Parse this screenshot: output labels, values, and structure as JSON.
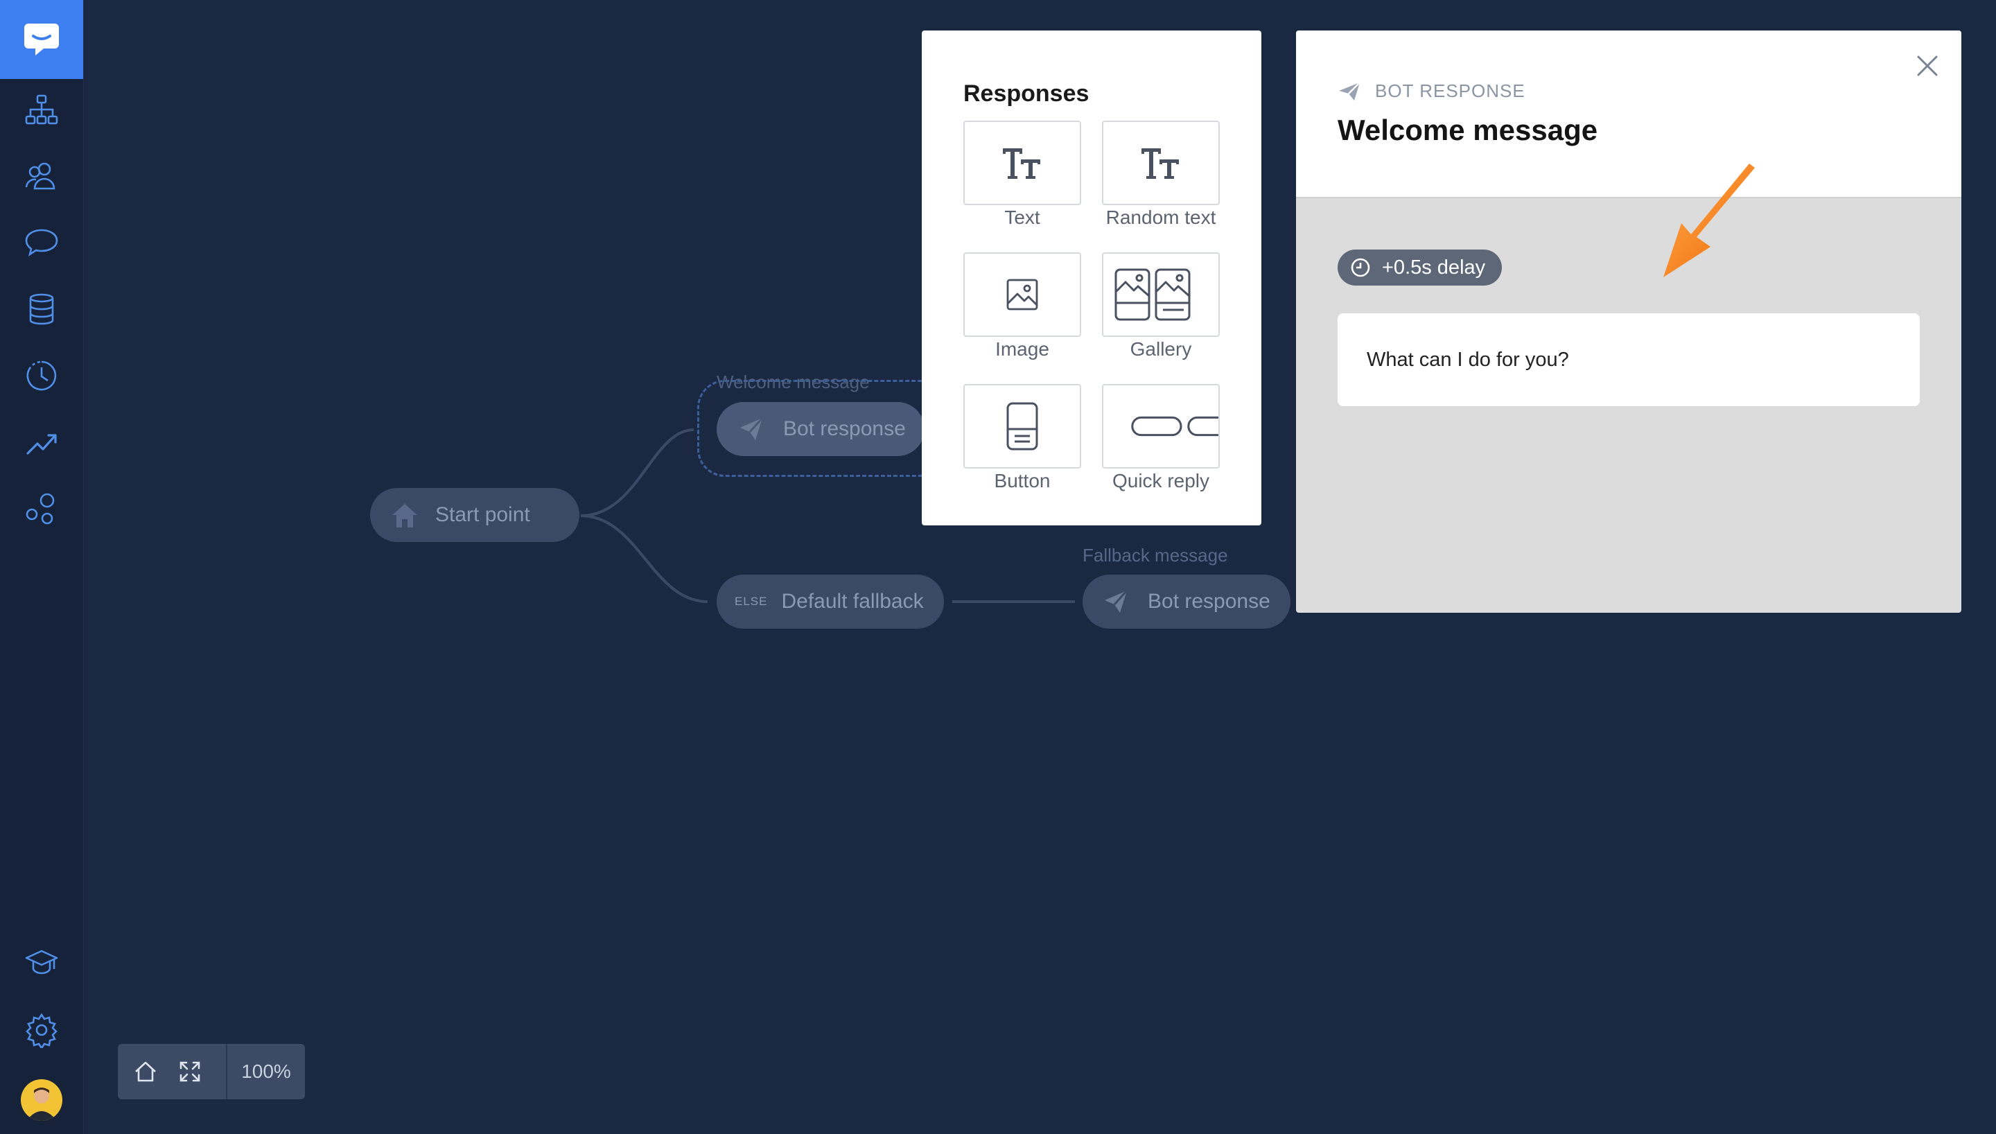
{
  "canvas": {
    "start_node": "Start point",
    "welcome_label": "Welcome message",
    "welcome_node": "Bot response",
    "fallback_node": "Default fallback",
    "fallback_prefix": "ELSE",
    "fallback_label": "Fallback message",
    "fallback_response_node": "Bot response"
  },
  "zoom": {
    "value": "100%"
  },
  "responses": {
    "title": "Responses",
    "tiles": [
      "Text",
      "Random text",
      "Image",
      "Gallery",
      "Button",
      "Quick reply"
    ]
  },
  "detail": {
    "kicker": "BOT RESPONSE",
    "title": "Welcome message",
    "delay": "+0.5s delay",
    "message": "What can I do for you?"
  },
  "icons": {
    "sidebar": [
      "chatbot-logo-icon",
      "flow-tree-icon",
      "users-icon",
      "chat-bubble-icon",
      "database-icon",
      "history-icon",
      "analytics-icon",
      "integrations-icon",
      "academy-icon",
      "settings-icon"
    ],
    "tiles": [
      "text-icon",
      "random-text-icon",
      "image-icon",
      "gallery-icon",
      "button-icon",
      "quick-reply-icon"
    ]
  },
  "colors": {
    "background": "#1b2841",
    "brand": "#3d7ff0",
    "node": "#3a4a66",
    "annotation_arrow": "#f57c14"
  }
}
